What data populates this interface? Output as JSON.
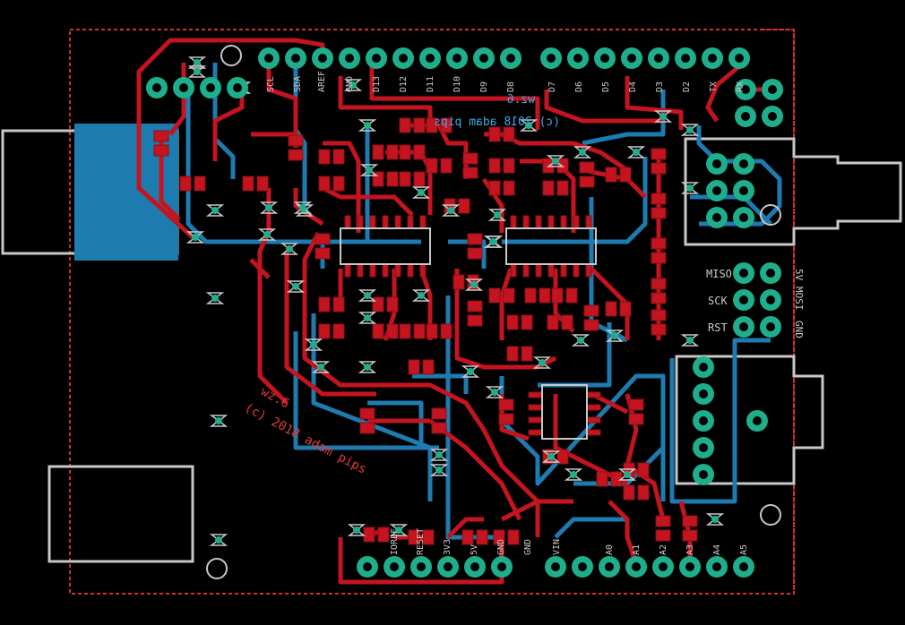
{
  "header_top": [
    "SCL",
    "SDA",
    "AREF",
    "GND",
    "D13",
    "D12",
    "D11",
    "D10",
    "D9",
    "D8",
    "D7",
    "D6",
    "D5",
    "D4",
    "D3",
    "D2",
    "TX",
    "RX"
  ],
  "header_bottom": [
    "IOREF",
    "RESET",
    "3V3",
    "5V",
    "GND",
    "GND",
    "VIN",
    "A0",
    "A1",
    "A2",
    "A3",
    "A4",
    "A5"
  ],
  "icsp": [
    "MISO",
    "SCK",
    "RST"
  ],
  "icsp_right": [
    "5V",
    "MOSI",
    "GND"
  ],
  "mirror_text_top": "(c) 2018 adam pips",
  "mirror_text_top2": "wz.6",
  "rot_text_line1": "wz.6",
  "rot_text_line2": "(c) 2018 adam pips",
  "colors": {
    "top_copper": "#c3141f",
    "bottom_copper": "#1d7bb0",
    "pad": "#1fae8c",
    "silk": "#c8c8c8",
    "outline": "#d32f2f"
  }
}
